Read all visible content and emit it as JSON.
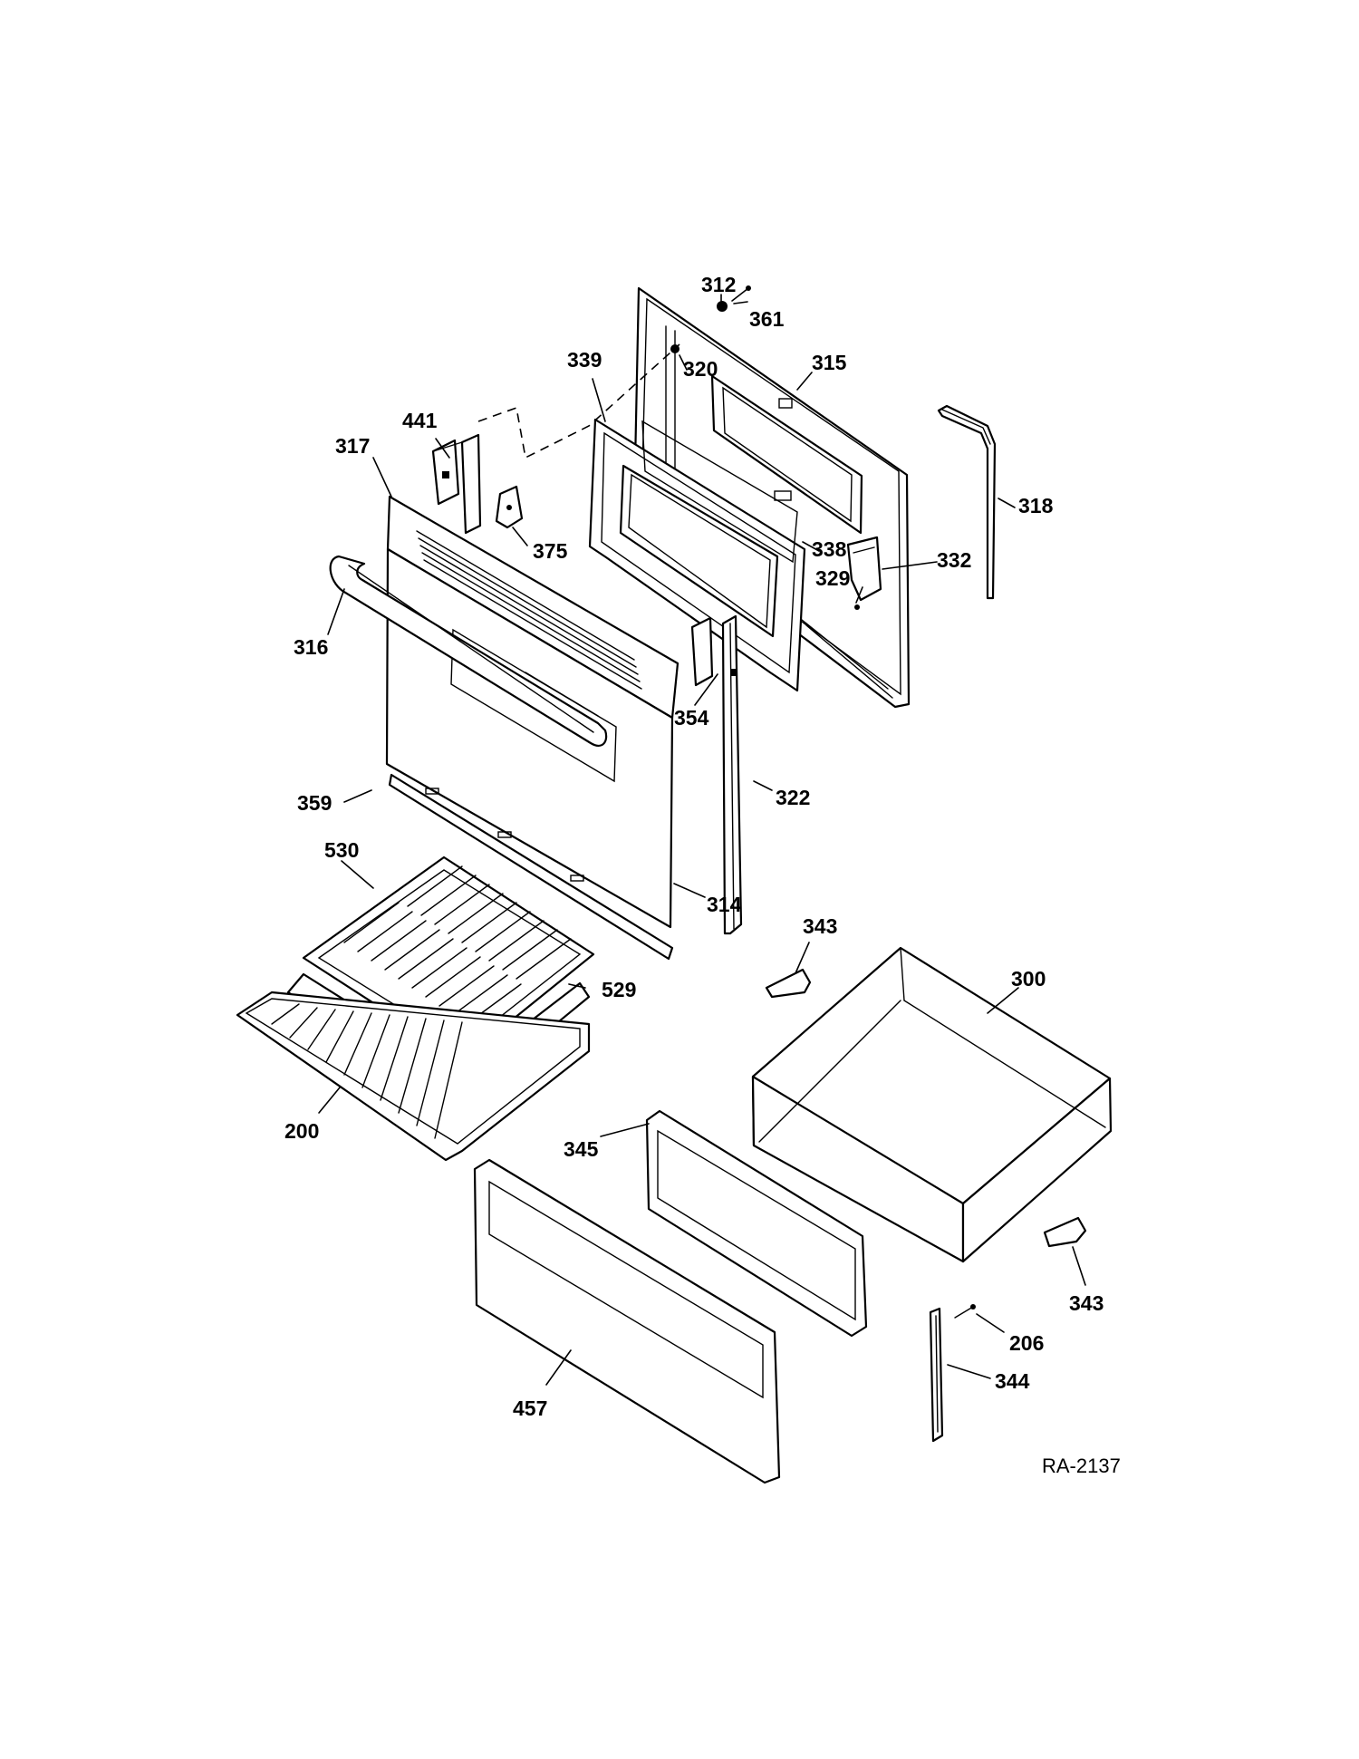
{
  "diagram": {
    "reference_code": "RA-2137",
    "callouts": {
      "c312": "312",
      "c361": "361",
      "c339": "339",
      "c320": "320",
      "c315": "315",
      "c441": "441",
      "c317": "317",
      "c318": "318",
      "c375": "375",
      "c338": "338",
      "c332": "332",
      "c329": "329",
      "c316": "316",
      "c354": "354",
      "c359": "359",
      "c322": "322",
      "c530": "530",
      "c314": "314",
      "c343a": "343",
      "c300": "300",
      "c529": "529",
      "c200": "200",
      "c345": "345",
      "c343b": "343",
      "c206": "206",
      "c344": "344",
      "c457": "457"
    }
  }
}
